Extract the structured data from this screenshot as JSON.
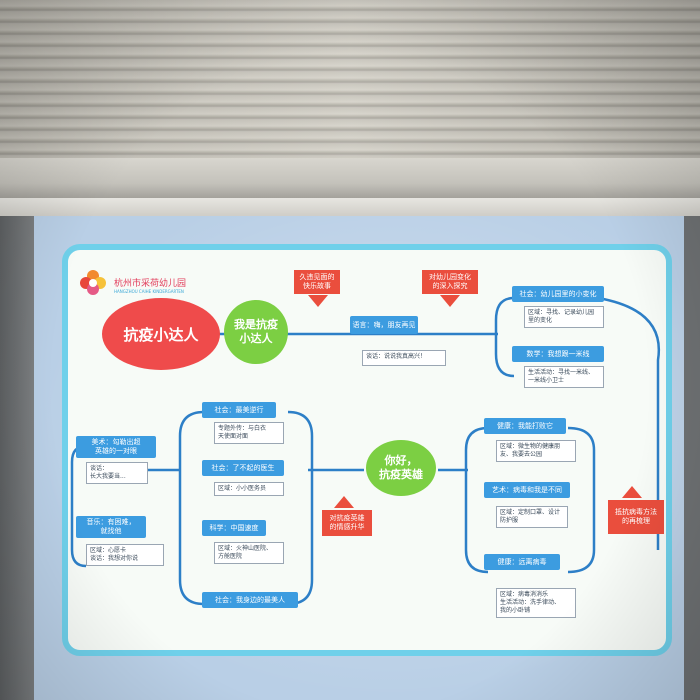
{
  "logo": {
    "name": "杭州市采荷幼儿园",
    "subtitle": "HANGZHOU CAIHE KINDERGARTEN"
  },
  "main_topics": {
    "red_oval": "抗疫小达人",
    "green_oval_1": "我是抗疫\n小达人",
    "green_oval_2": "你好，\n抗疫英雄"
  },
  "callouts": {
    "top_1": "久违见面的\n快乐故事",
    "top_2": "对幼儿园变化\n的深入探究",
    "bottom_left": "对抗疫英雄\n的情感升华",
    "bottom_right": "抵抗病毒方法\n的再梳理"
  },
  "top_branch": {
    "center_node": "语言：嗨，朋友再见",
    "center_detail": "谈话：说说我真高兴！",
    "right_1": "社会：幼儿园里的小变化",
    "right_1_detail": "区域：寻找、记录幼儿园\n里的变化",
    "right_2": "数学：我想跟一米线",
    "right_2_detail": "生活活动：寻找一米线、\n一米线小卫士"
  },
  "left_branch": {
    "far_1": "美术：勾勒出超\n英雄的一对眼",
    "far_1_detail": "谈话：\n长大我要当...",
    "far_2": "音乐：有困难，\n就找他",
    "far_2_detail": "区域：心愿卡\n谈话：我想对你说",
    "node_1": "社会：最美逆行",
    "node_1_detail": "专题外传：与白衣\n天使面对面",
    "node_2": "社会：了不起的医生",
    "node_2_detail": "区域：小小医务员",
    "node_3": "科学：中国速度",
    "node_3_detail": "区域：火神山医院、\n方舱医院",
    "node_4": "社会：我身边的最美人"
  },
  "right_branch": {
    "node_1": "健康：我能打败它",
    "node_1_detail": "区域：微生物的健康朋\n友、我要去公园",
    "node_2": "艺术：病毒和我是不同",
    "node_2_detail": "区域：定制口罩、设计\n防护服",
    "node_3": "健康：远离病毒",
    "node_3_detail": "区域：病毒消消乐\n生活活动：洗手律动、\n我的小卧铺"
  }
}
